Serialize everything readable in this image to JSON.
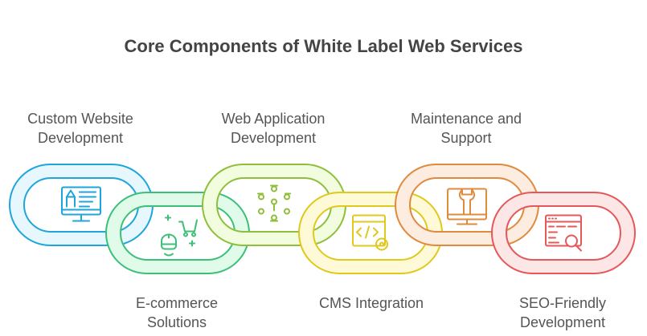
{
  "title": "Core Components of White Label Web Services",
  "components": [
    {
      "label_line1": "Custom Website",
      "label_line2": "Development",
      "icon": "monitor-design-icon",
      "stroke": "#1ea5dc",
      "fill": "#e6f7fd",
      "position": "top"
    },
    {
      "label_line1": "E-commerce",
      "label_line2": "Solutions",
      "icon": "vr-shopping-cart-icon",
      "stroke": "#3dbf7a",
      "fill": "#e0fbea",
      "position": "bottom"
    },
    {
      "label_line1": "Web Application",
      "label_line2": "Development",
      "icon": "network-nodes-icon",
      "stroke": "#8fbf3a",
      "fill": "#f2fde0",
      "position": "top"
    },
    {
      "label_line1": "CMS Integration",
      "label_line2": "",
      "icon": "code-window-gear-icon",
      "stroke": "#e0c81c",
      "fill": "#fefad8",
      "position": "bottom"
    },
    {
      "label_line1": "Maintenance and",
      "label_line2": "Support",
      "icon": "monitor-wrench-icon",
      "stroke": "#e08a3c",
      "fill": "#fdece0",
      "position": "top"
    },
    {
      "label_line1": "SEO-Friendly",
      "label_line2": "Development",
      "icon": "browser-search-icon",
      "stroke": "#e5585a",
      "fill": "#fde6e6",
      "position": "bottom"
    }
  ]
}
